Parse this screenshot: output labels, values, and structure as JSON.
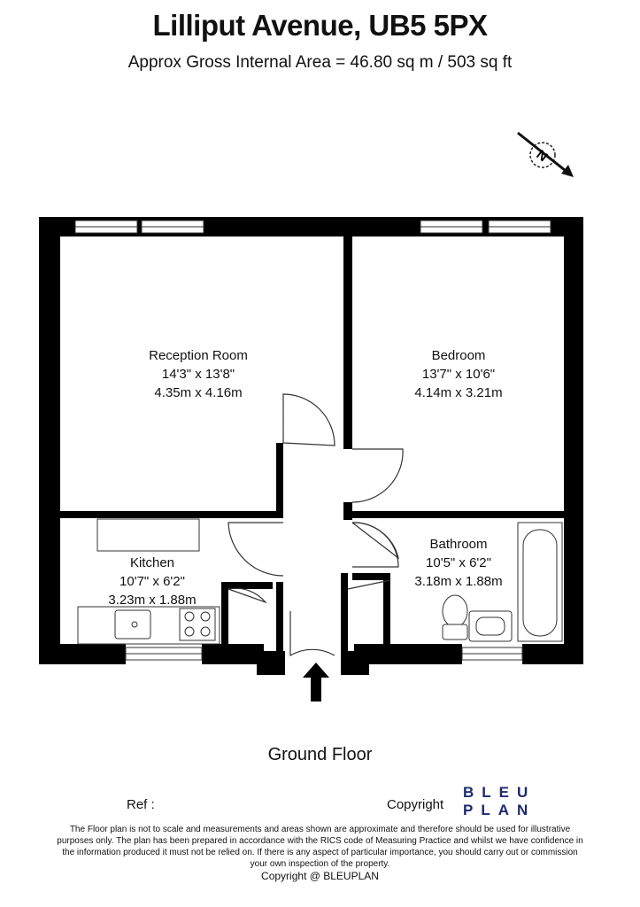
{
  "header": {
    "title": "Lilliput Avenue, UB5 5PX",
    "subtitle": "Approx Gross Internal Area = 46.80 sq m / 503 sq ft"
  },
  "compass": {
    "label": "N"
  },
  "rooms": {
    "reception": {
      "name": "Reception Room",
      "imperial": "14'3\" x 13'8\"",
      "metric": "4.35m x 4.16m"
    },
    "bedroom": {
      "name": "Bedroom",
      "imperial": "13'7\" x 10'6\"",
      "metric": "4.14m x 3.21m"
    },
    "kitchen": {
      "name": "Kitchen",
      "imperial": "10'7\" x 6'2\"",
      "metric": "3.23m x 1.88m"
    },
    "bathroom": {
      "name": "Bathroom",
      "imperial": "10'5\" x 6'2\"",
      "metric": "3.18m x 1.88m"
    }
  },
  "floor_label": "Ground Floor",
  "footer": {
    "ref_label": "Ref  :",
    "copyright_label": "Copyright",
    "logo_line1": "BLEU",
    "logo_line2": "PLAN",
    "disclaimer": "The Floor plan is not to scale and measurements and areas shown are approximate and therefore should be used for illustrative purposes only. The plan has been prepared in accordance with the RICS code of Measuring Practice and whilst we have confidence in the information produced it must not be relied on. If there is any aspect of particular importance, you should carry out or commission your own inspection of the property.",
    "copyright_line": "Copyright @ BLEUPLAN"
  },
  "colors": {
    "wall": "#000000",
    "logo": "#1d2a6e"
  }
}
